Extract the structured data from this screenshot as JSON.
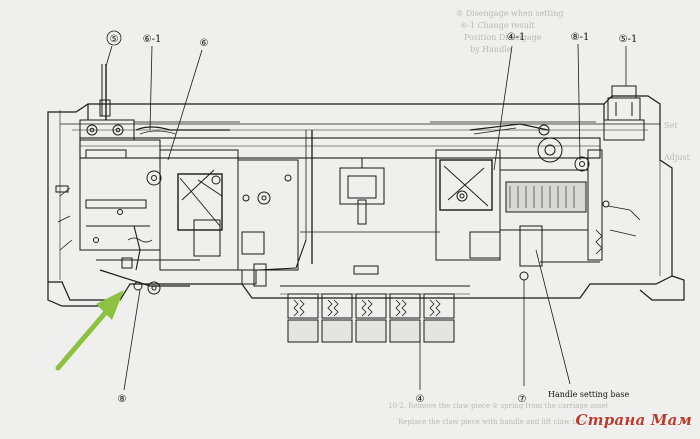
{
  "diagram": {
    "callouts": {
      "c5a": "⑤",
      "c6_1": "⑥-1",
      "c6": "⑥",
      "c4_1": "④-1",
      "c8_1": "⑧-1",
      "c5_1": "⑤-1",
      "c8b": "⑧",
      "c4b": "④",
      "c7b": "⑦"
    },
    "handle_label": "Handle setting base",
    "background_text": {
      "tl1": "⑤ Disengage when setting",
      "tl2": "④-1 Change result",
      "tl3": "Position Disengage",
      "tl4": "by Handle",
      "right1": "Set",
      "right2": "Adjust",
      "bottom1": "10-2. Remove the claw piece ② spring from the carriage asset",
      "bottom2": "Replace the claw piece with handle and lift claw base"
    },
    "arrow_color": "#8cc23f"
  },
  "watermark": "Страна Мам"
}
